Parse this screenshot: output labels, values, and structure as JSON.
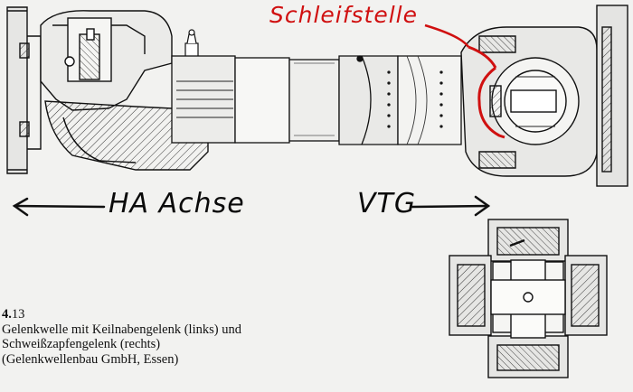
{
  "annotations": {
    "schleifstelle": "Schleifstelle",
    "ha_achse": "HA Achse",
    "vtg": "VTG"
  },
  "caption": {
    "figure_number_bold": "4.",
    "figure_number_rest": "13",
    "line1": "Gelenkwelle mit Keilnabengelenk (links) und",
    "line2": "Schweißzapfengelenk (rechts)",
    "line3": "(Gelenkwellenbau GmbH, Essen)"
  },
  "colors": {
    "ink": "#111111",
    "highlight": "#d01010",
    "paper": "#f2f2f0"
  }
}
